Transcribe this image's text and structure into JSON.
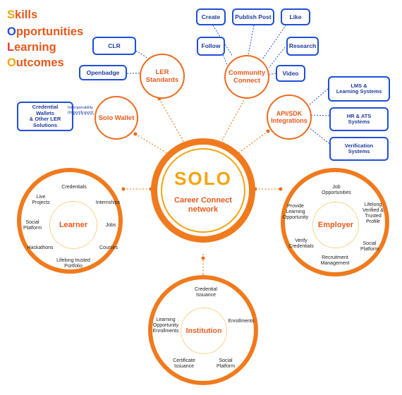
{
  "title": {
    "lines": [
      {
        "first": "S",
        "rest": "kills",
        "first_color": "#f2a40f"
      },
      {
        "first": "O",
        "rest": "pportunities",
        "first_color": "#1f4fd6"
      },
      {
        "first": "L",
        "rest": "earning",
        "first_color": "#e8591a"
      },
      {
        "first": "O",
        "rest": "utcomes",
        "first_color": "#f2a40f"
      }
    ],
    "color": "#e8591a"
  },
  "colors": {
    "orange": "#ef6a1e",
    "blue": "#1f4fd6",
    "gold": "#f2a40f",
    "red": "#e53935"
  },
  "ler": {
    "label": "LER\nStandards",
    "clr": "CLR",
    "openbadge": "Openbadge"
  },
  "community": {
    "label": "Community\nConnect",
    "create": "Create",
    "publish": "Publish Post",
    "like": "Like",
    "follow": "Follow",
    "research": "Research",
    "video": "Video"
  },
  "wallet": {
    "label": "Solo Wallet",
    "box": "Credential\nWallets\n& Other LER\nSolutions",
    "interop": "Interoperability\n(Import/Export)"
  },
  "api": {
    "label": "API/SDK\nIntegrations",
    "lms": "LMS &\nLearning Systems",
    "hr": "HR & ATS\nSystems",
    "verification": "Verification\nSystems"
  },
  "center": {
    "logo": "SOLO",
    "label": "Career Connect\nnetwork"
  },
  "learner": {
    "label": "Learner",
    "items": {
      "credentials": "Credentials",
      "live_projects": "Live\nProjects",
      "internships": "Internships",
      "social": "Social\nPlatform",
      "jobs": "Jobs",
      "hackathons": "Hackathons",
      "courses": "Courses",
      "portfolio": "Lifelong trusted\nPortfolio"
    }
  },
  "employer": {
    "label": "Employer",
    "items": {
      "job_opps": "Job\nOpportunities",
      "provide": "Provide\nLearning\nOpportunity",
      "lifelong": "Lifelong\nVerified &\nTrusted\nProfile",
      "verify": "Verify\nCredentials",
      "social": "Social\nPlatform",
      "recruit": "Recruitment\nManagement"
    }
  },
  "institution": {
    "label": "Institution",
    "items": {
      "issuance": "Credential\nIssuance",
      "learning": "Learning\nOpportunity\nEnrollments",
      "enrollments": "Enrollments",
      "certificate": "Certificate\nIssuance",
      "social": "Social\nPlatform"
    }
  }
}
